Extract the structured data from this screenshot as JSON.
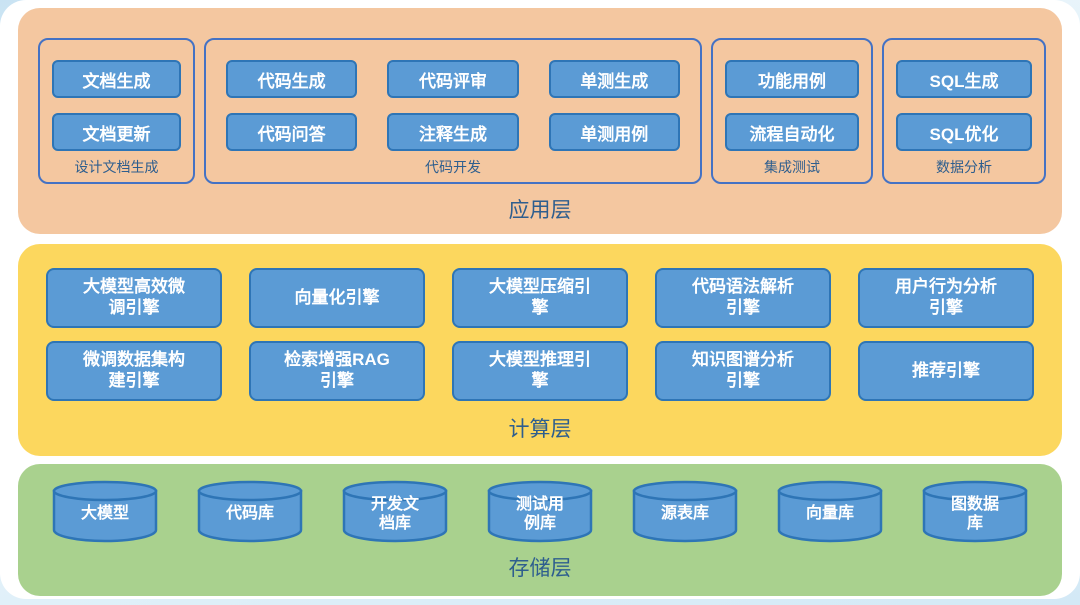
{
  "app": {
    "label": "应用层",
    "groups": [
      {
        "label": "设计文档生成",
        "items": [
          "文档生成",
          "文档更新"
        ]
      },
      {
        "label": "代码开发",
        "items": [
          "代码生成",
          "代码评审",
          "单测生成",
          "代码问答",
          "注释生成",
          "单测用例"
        ]
      },
      {
        "label": "集成测试",
        "items": [
          "功能用例",
          "流程自动化"
        ]
      },
      {
        "label": "数据分析",
        "items": [
          "SQL生成",
          "SQL优化"
        ]
      }
    ]
  },
  "compute": {
    "label": "计算层",
    "row1": [
      "大模型高效微调引擎",
      "向量化引擎",
      "大模型压缩引擎",
      "代码语法解析引擎",
      "用户行为分析引擎"
    ],
    "row2": [
      "微调数据集构建引擎",
      "检索增强RAG引擎",
      "大模型推理引擎",
      "知识图谱分析引擎",
      "推荐引擎"
    ]
  },
  "storage": {
    "label": "存储层",
    "items": [
      "大模型",
      "代码库",
      "开发文档库",
      "测试用例库",
      "源表库",
      "向量库",
      "图数据库"
    ]
  },
  "colors": {
    "application_bg": "#F4C7A0",
    "compute_bg": "#FCD75E",
    "storage_bg": "#A9D18E",
    "node_fill": "#5B9BD5",
    "node_border": "#2E75B6",
    "group_border": "#4472C4",
    "label_text": "#2E5E8E"
  }
}
